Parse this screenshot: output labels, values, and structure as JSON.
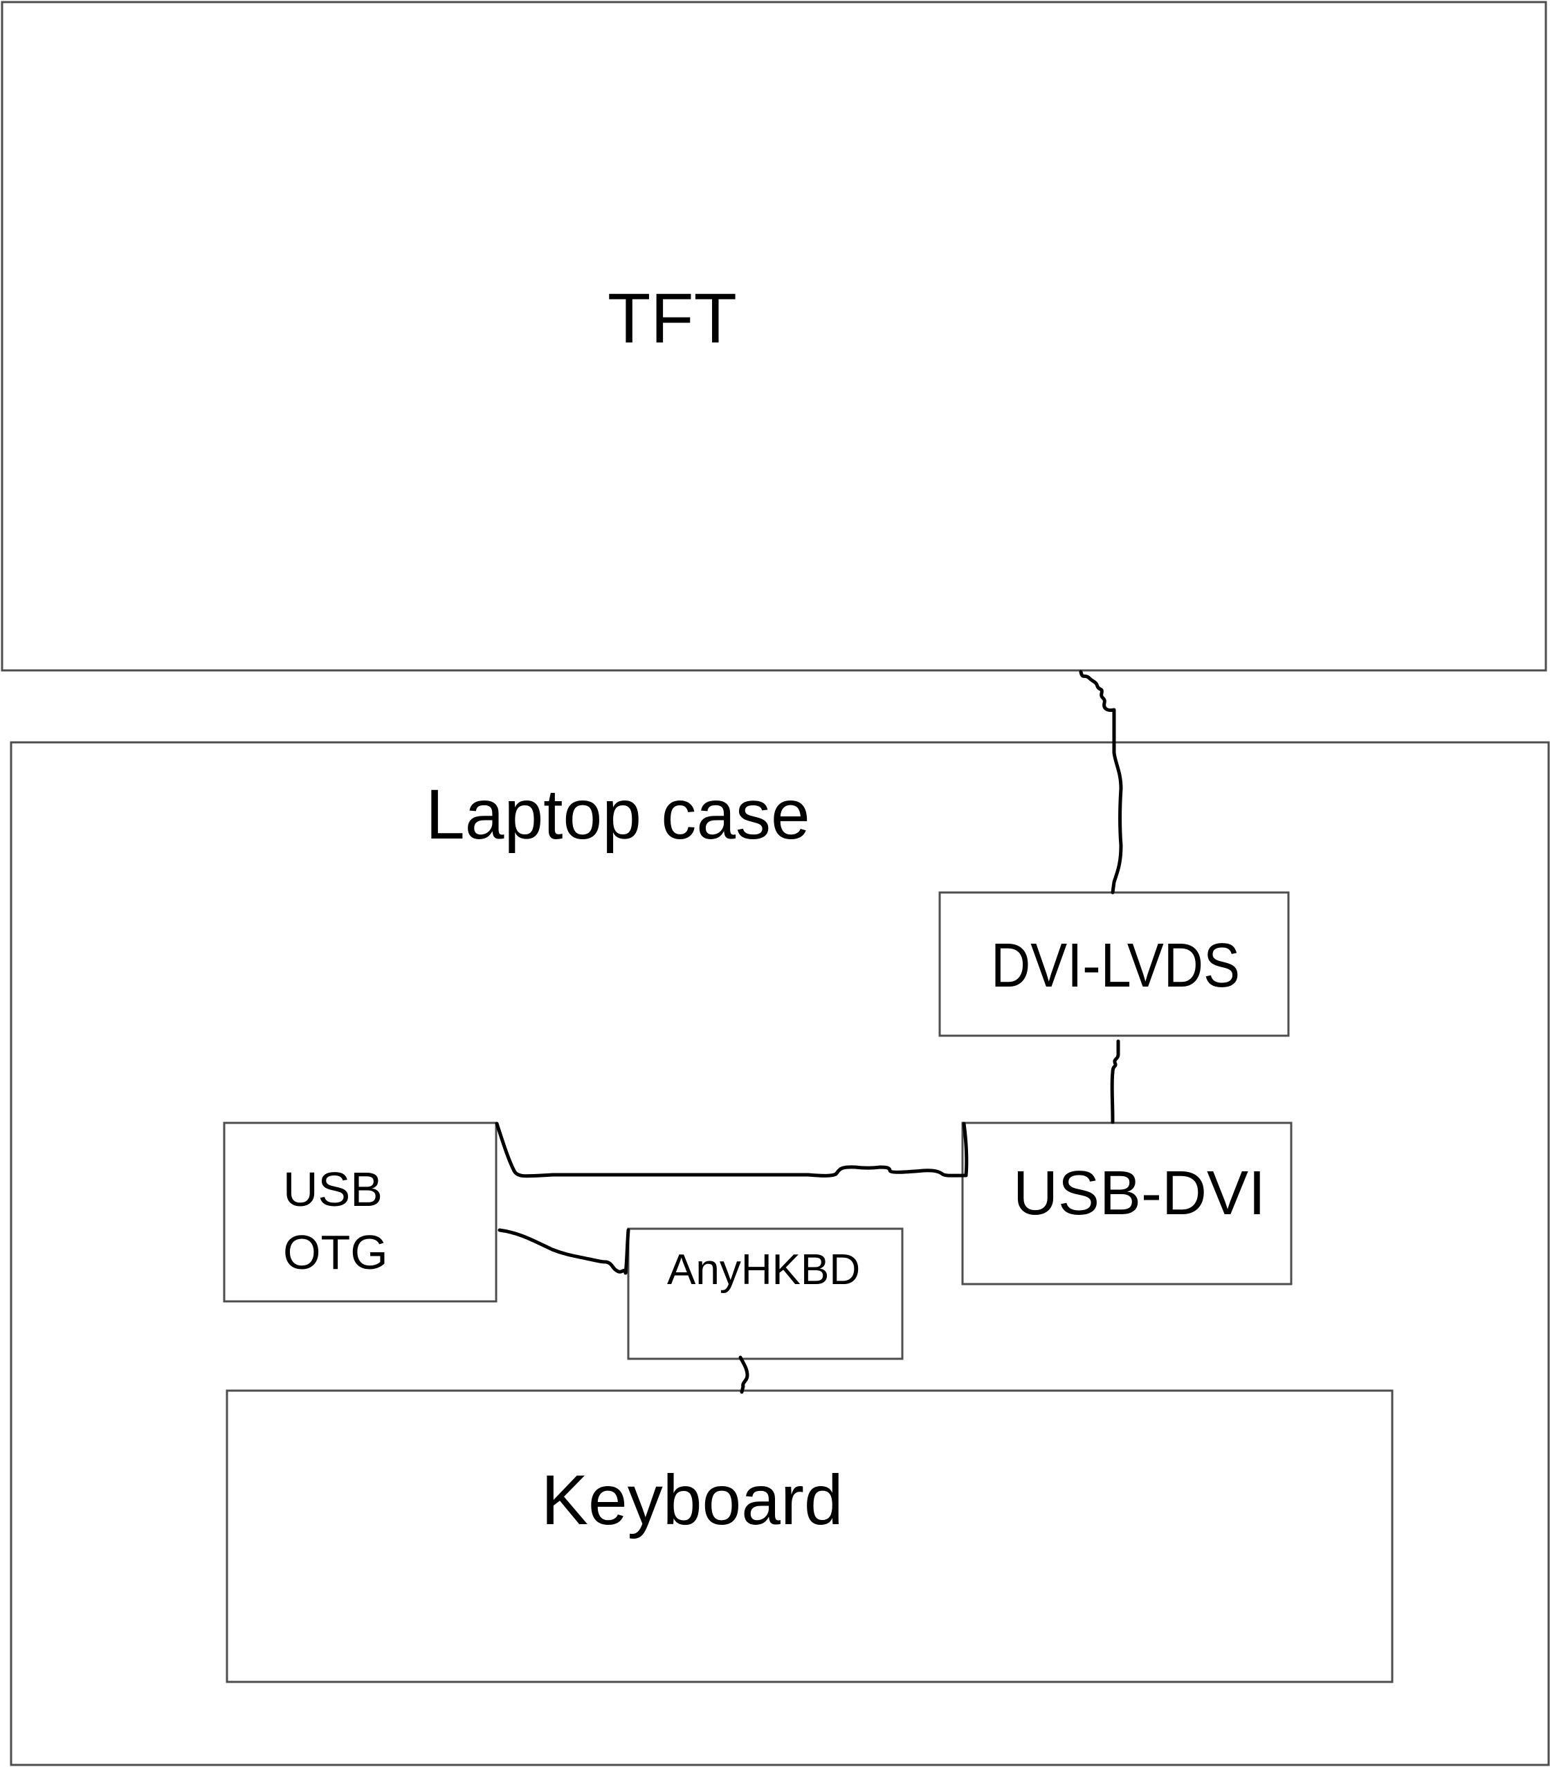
{
  "diagram": {
    "nodes": {
      "tft": {
        "label": "TFT"
      },
      "laptop_case": {
        "label": "Laptop case"
      },
      "dvi_lvds": {
        "label": "DVI-LVDS"
      },
      "usb_dvi": {
        "label": "USB-DVI"
      },
      "usb_otg": {
        "line1": "USB",
        "line2": "OTG"
      },
      "anyhkbd": {
        "label": "AnyHKBD"
      },
      "keyboard": {
        "label": "Keyboard"
      }
    },
    "connections": [
      {
        "from": "tft",
        "to": "dvi_lvds"
      },
      {
        "from": "dvi_lvds",
        "to": "usb_dvi"
      },
      {
        "from": "usb_otg",
        "to": "usb_dvi"
      },
      {
        "from": "usb_otg",
        "to": "anyhkbd"
      },
      {
        "from": "anyhkbd",
        "to": "keyboard"
      }
    ],
    "colors": {
      "box_stroke": "#4d4d4d",
      "wire": "#000000",
      "background": "#ffffff"
    }
  }
}
